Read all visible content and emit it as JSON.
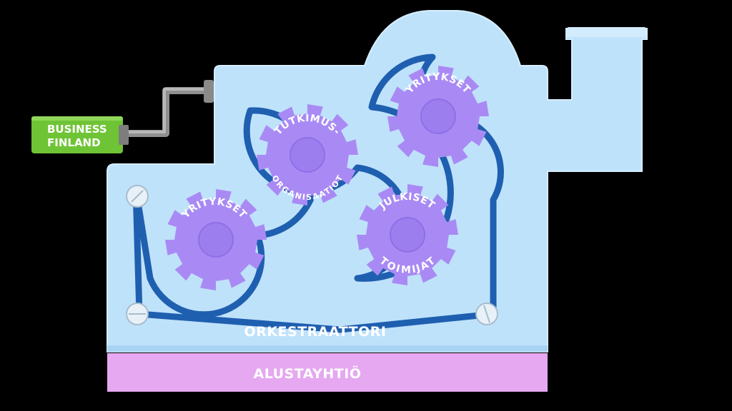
{
  "diagram": {
    "business_finland_label_line1": "BUSINESS",
    "business_finland_label_line2": "FINLAND",
    "orchestrator_label": "ORKESTRAATTORI",
    "platform_label": "ALUSTAYHTIÖ",
    "gears": [
      {
        "line1": "YRITYKSET",
        "line2": ""
      },
      {
        "line1": "TUTKIMUS-",
        "line2": "ORGANISAATIOT"
      },
      {
        "line1": "JULKISET",
        "line2": "TOIMIJAT"
      },
      {
        "line1": "YRITYKSET",
        "line2": ""
      }
    ]
  },
  "colors": {
    "background": "#000000",
    "machine_body": "#bfe2fb",
    "belt": "#1f5fb0",
    "gear": "#a98af4",
    "gear_hub": "#9d7eee",
    "platform": "#e5a8f1",
    "badge_green": "#6fc436",
    "crank_gray": "#9a9a9a"
  }
}
